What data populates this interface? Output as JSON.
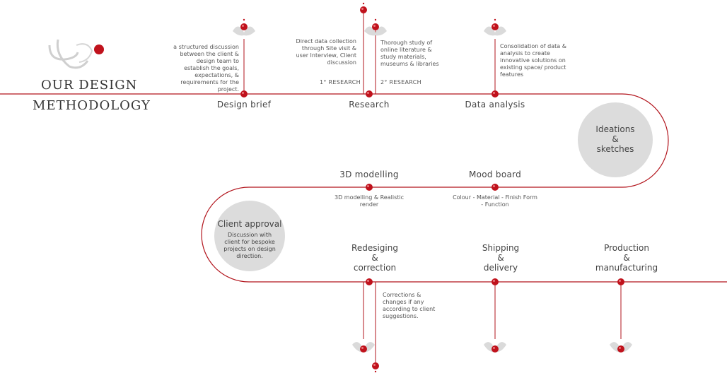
{
  "header": {
    "title_line1": "OUR DESIGN",
    "title_line2": "METHODOLOGY"
  },
  "stages": {
    "design_brief": {
      "label": "Design brief",
      "description": "a structured discussion between the client & design team to establish the goals, expectations, & requirements for the project."
    },
    "research": {
      "label": "Research",
      "primary_description": "Direct data collection through Site visit & user Interview, Client discussion",
      "primary_label": "1° RESEARCH",
      "secondary_description": "Thorough study of online literature & study materials, museums & libraries",
      "secondary_label": "2° RESEARCH"
    },
    "data_analysis": {
      "label": "Data analysis",
      "description": "Consolidation of data & analysis to create innovative solutions on existing space/ product features"
    },
    "ideations": {
      "line1": "Ideations",
      "line2": "&",
      "line3": "sketches"
    },
    "mood_board": {
      "label": "Mood board",
      "description": "Colour - Material - Finish Form - Function"
    },
    "modelling": {
      "label": "3D modelling",
      "description": "3D modelling & Realistic render"
    },
    "client_approval": {
      "label": "Client approval",
      "description": "Discussion with client for bespoke projects on design direction."
    },
    "redesigning": {
      "line1": "Redesiging",
      "line2": "&",
      "line3": "correction",
      "description": "Corrections & changes if any according to client suggestions."
    },
    "shipping": {
      "line1": "Shipping",
      "line2": "&",
      "line3": "delivery"
    },
    "production": {
      "line1": "Production",
      "line2": "&",
      "line3": "manufacturing"
    }
  },
  "colors": {
    "accent": "#c0121c",
    "bubble": "#dedede",
    "petal": "#d8d8d8"
  }
}
